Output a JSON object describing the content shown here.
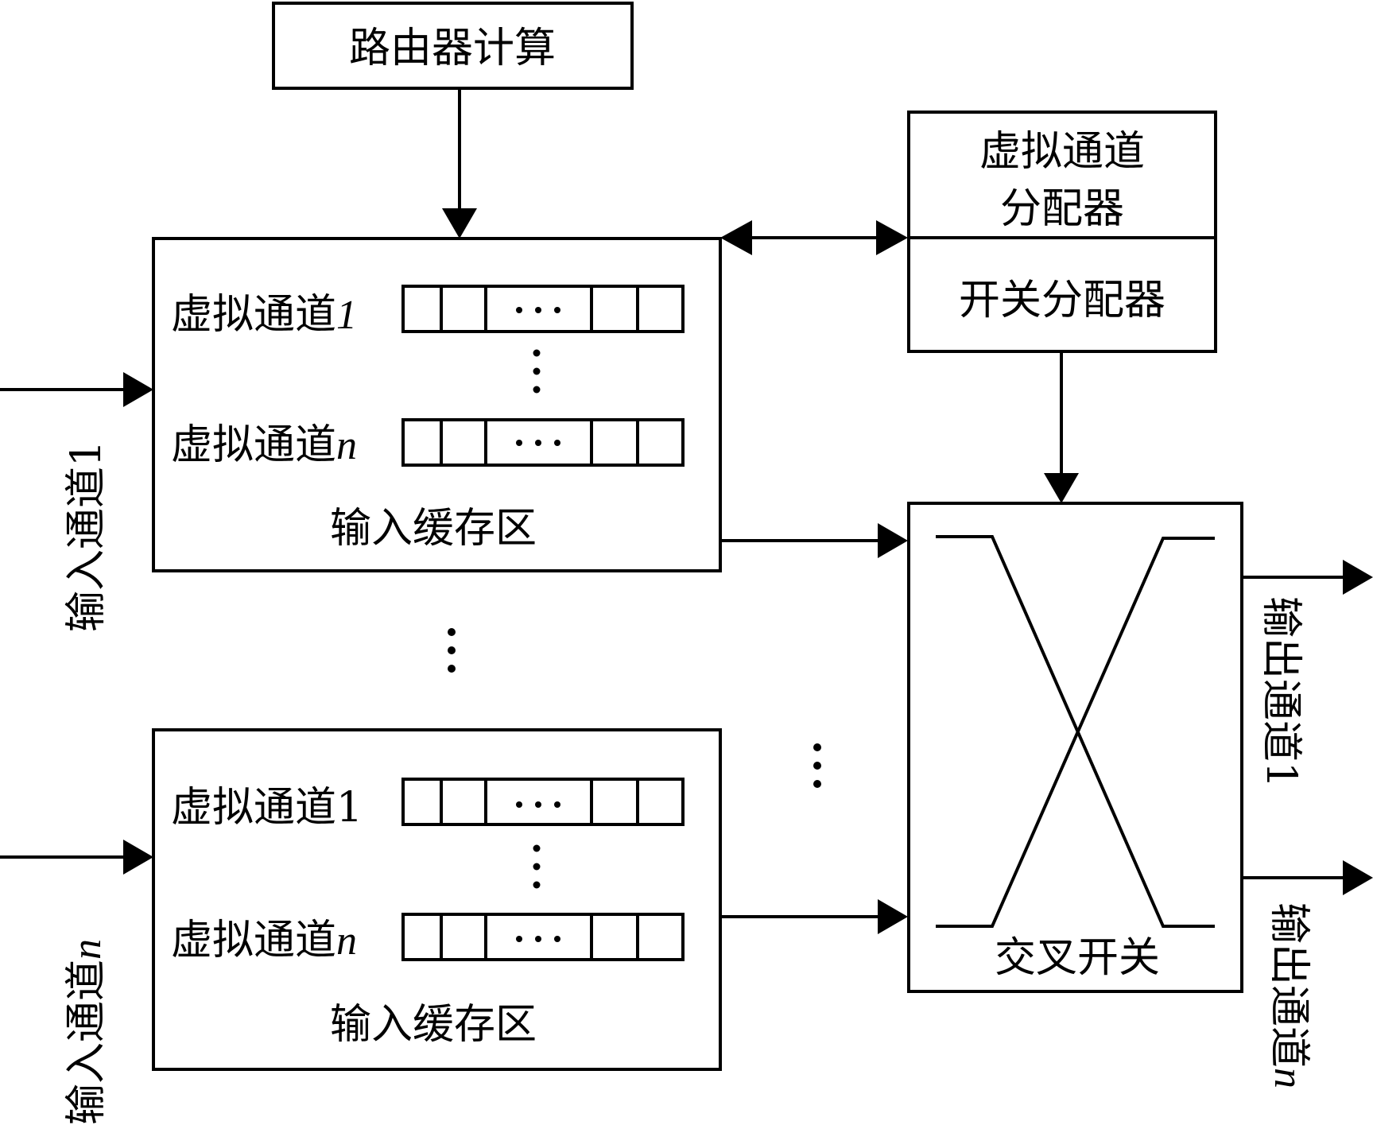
{
  "route_compute": {
    "label": "路由器计算"
  },
  "vc_allocator": {
    "label_line1": "虚拟通道",
    "label_line2": "分配器"
  },
  "switch_allocator": {
    "label": "开关分配器"
  },
  "input_buffer_1": {
    "vc_first": {
      "text": "虚拟通道",
      "index": "1"
    },
    "vc_last": {
      "text": "虚拟通道",
      "index": "n"
    },
    "caption": "输入缓存区",
    "slot_ellipsis": "…"
  },
  "input_buffer_n": {
    "vc_first": {
      "text": "虚拟通道",
      "index": "1"
    },
    "vc_last": {
      "text": "虚拟通道",
      "index": "n"
    },
    "caption": "输入缓存区",
    "slot_ellipsis": "…"
  },
  "crossbar": {
    "label": "交叉开关"
  },
  "input_channels": [
    {
      "text": "输入通道",
      "index": "1"
    },
    {
      "text": "输入通道",
      "index": "n"
    }
  ],
  "output_channels": [
    {
      "text": "输出通道",
      "index": "1"
    },
    {
      "text": "输出通道",
      "index": "n"
    }
  ]
}
